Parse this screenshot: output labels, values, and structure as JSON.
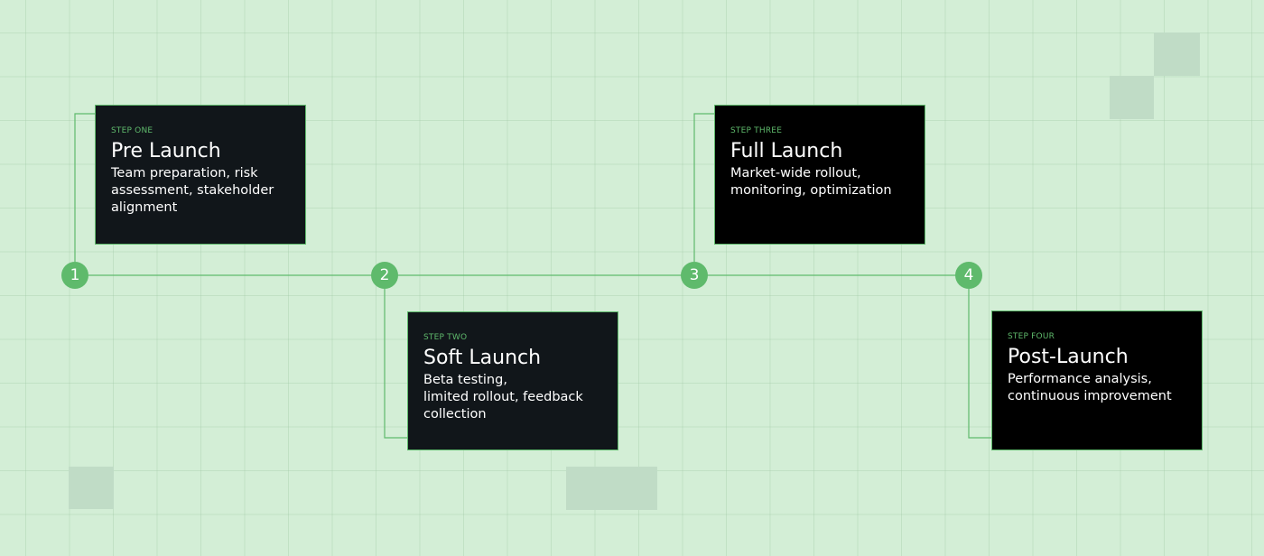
{
  "steps": [
    {
      "number": "1",
      "label": "STEP ONE",
      "title": "Pre Launch",
      "description": "Team preparation, risk\nassessment, stakeholder\nalignment"
    },
    {
      "number": "2",
      "label": "STEP TWO",
      "title": "Soft Launch",
      "description": "Beta testing,\nlimited rollout, feedback\ncollection"
    },
    {
      "number": "3",
      "label": "STEP THREE",
      "title": "Full Launch",
      "description": "Market-wide rollout,\nmonitoring, optimization"
    },
    {
      "number": "4",
      "label": "STEP FOUR",
      "title": "Post-Launch",
      "description": "Performance analysis,\ncontinuous improvement"
    }
  ],
  "colors": {
    "accent": "#5fba6c",
    "background": "#d3eed6",
    "card_dark": "#11161a",
    "card_black": "#000000"
  }
}
